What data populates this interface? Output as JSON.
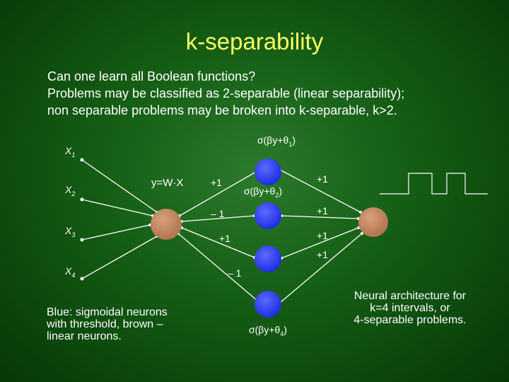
{
  "slide": {
    "title": "k-separability",
    "lines": [
      "Can one learn all Boolean functions?",
      "Problems may be classified as 2-separable (linear separability);",
      "non separable problems may be broken into k-separable, k>2."
    ]
  },
  "diagram": {
    "inputs": [
      {
        "name": "X",
        "sub": "1"
      },
      {
        "name": "X",
        "sub": "2"
      },
      {
        "name": "X",
        "sub": "3"
      },
      {
        "name": "X",
        "sub": "4"
      }
    ],
    "linear_label": "y=W·X",
    "sigmoid_labels": [
      {
        "prefix": "σ(βy+θ",
        "sub": "1",
        "suffix": ")"
      },
      {
        "prefix": "σ(βy+θ",
        "sub": "2",
        "suffix": ")"
      },
      {
        "prefix": "σ(βy+θ",
        "sub": "4",
        "suffix": ")"
      }
    ],
    "weights_in": [
      "+1",
      "– 1",
      "+1",
      "– 1"
    ],
    "weights_out": [
      "+1",
      "+1",
      "+1",
      "+1"
    ],
    "colors": {
      "sigmoid_neuron": "#2f3fff",
      "linear_neuron": "#c48a62",
      "output_neuron": "#c48a62",
      "lines": "#ffffff"
    }
  },
  "notes": {
    "left": [
      "Blue: sigmoidal neurons",
      "with threshold, brown –",
      "linear neurons."
    ],
    "right": [
      "Neural architecture for",
      "k=4 intervals, or",
      "4-separable problems."
    ]
  }
}
